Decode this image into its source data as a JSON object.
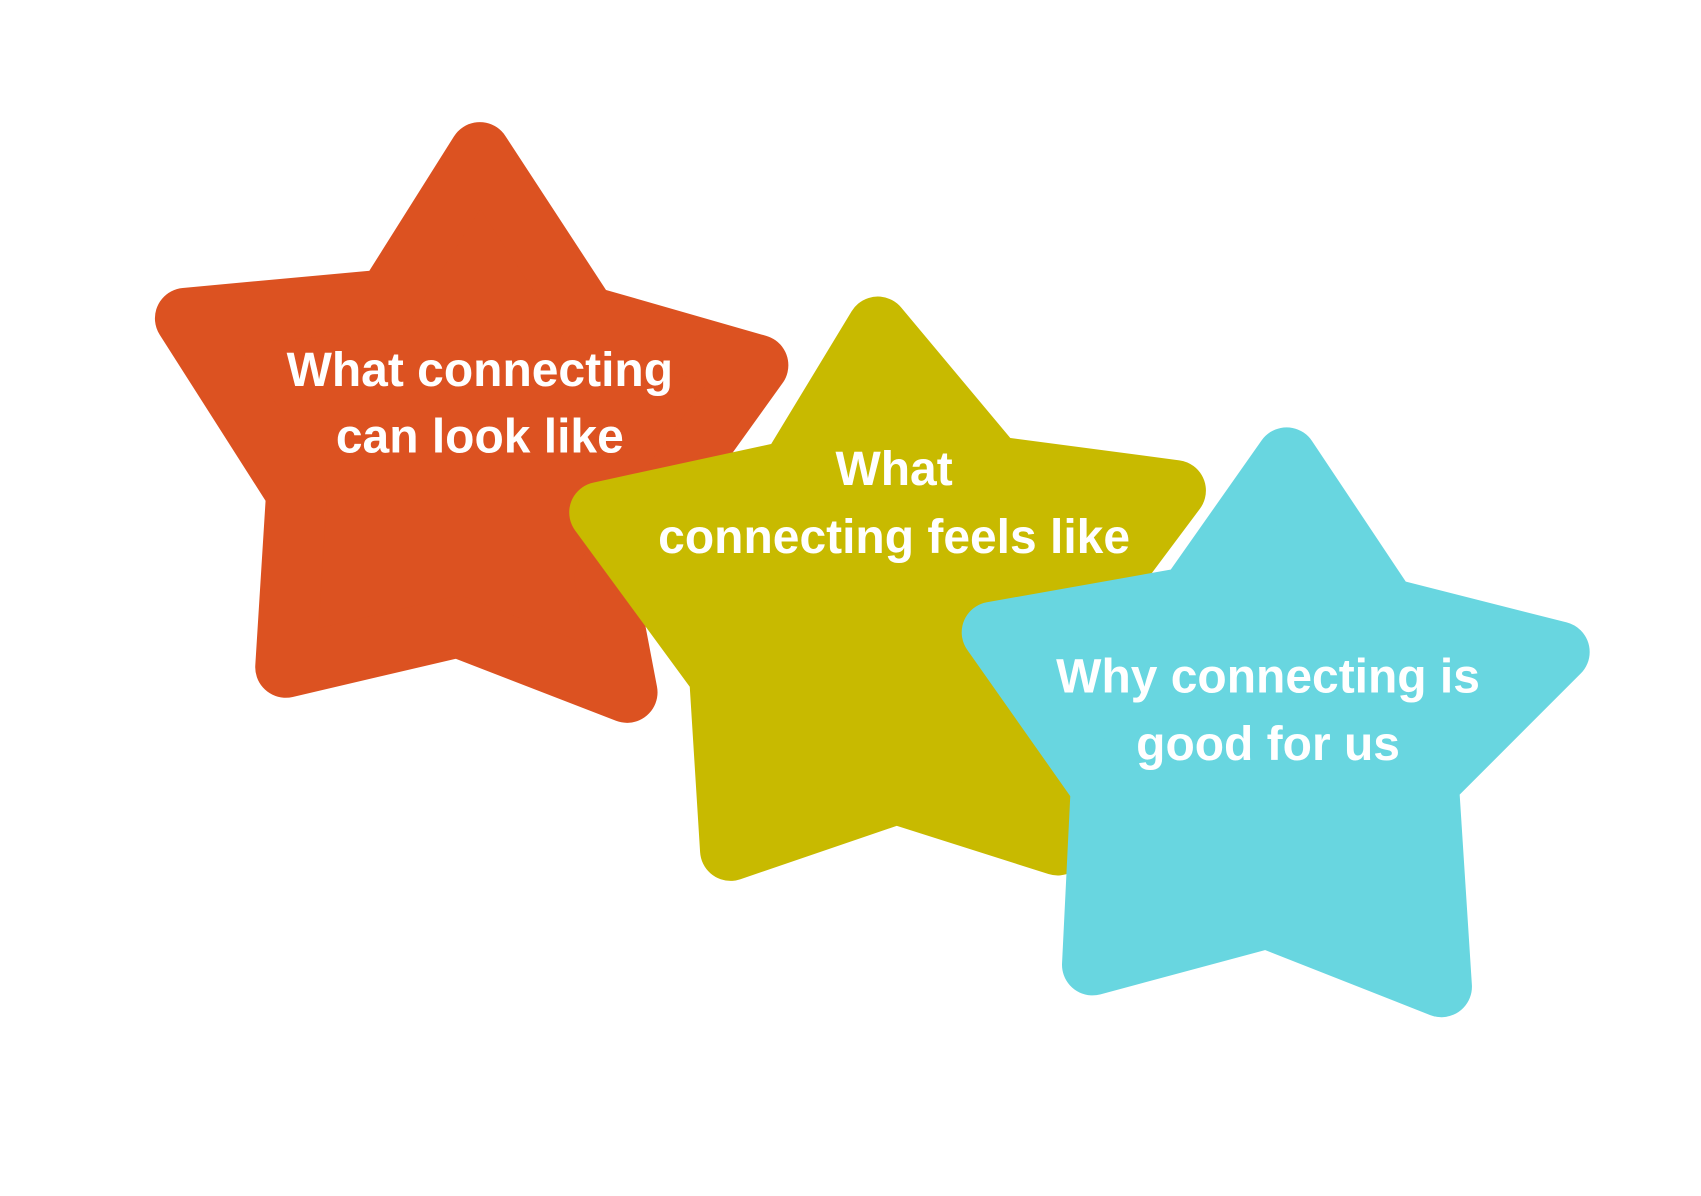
{
  "stars": [
    {
      "lines": [
        "What connecting",
        "can look like"
      ],
      "color": "#dc5221"
    },
    {
      "lines": [
        "What",
        "connecting feels like"
      ],
      "color": "#c8ba00"
    },
    {
      "lines": [
        "Why connecting is",
        "good for us"
      ],
      "color": "#68d6e0"
    }
  ]
}
